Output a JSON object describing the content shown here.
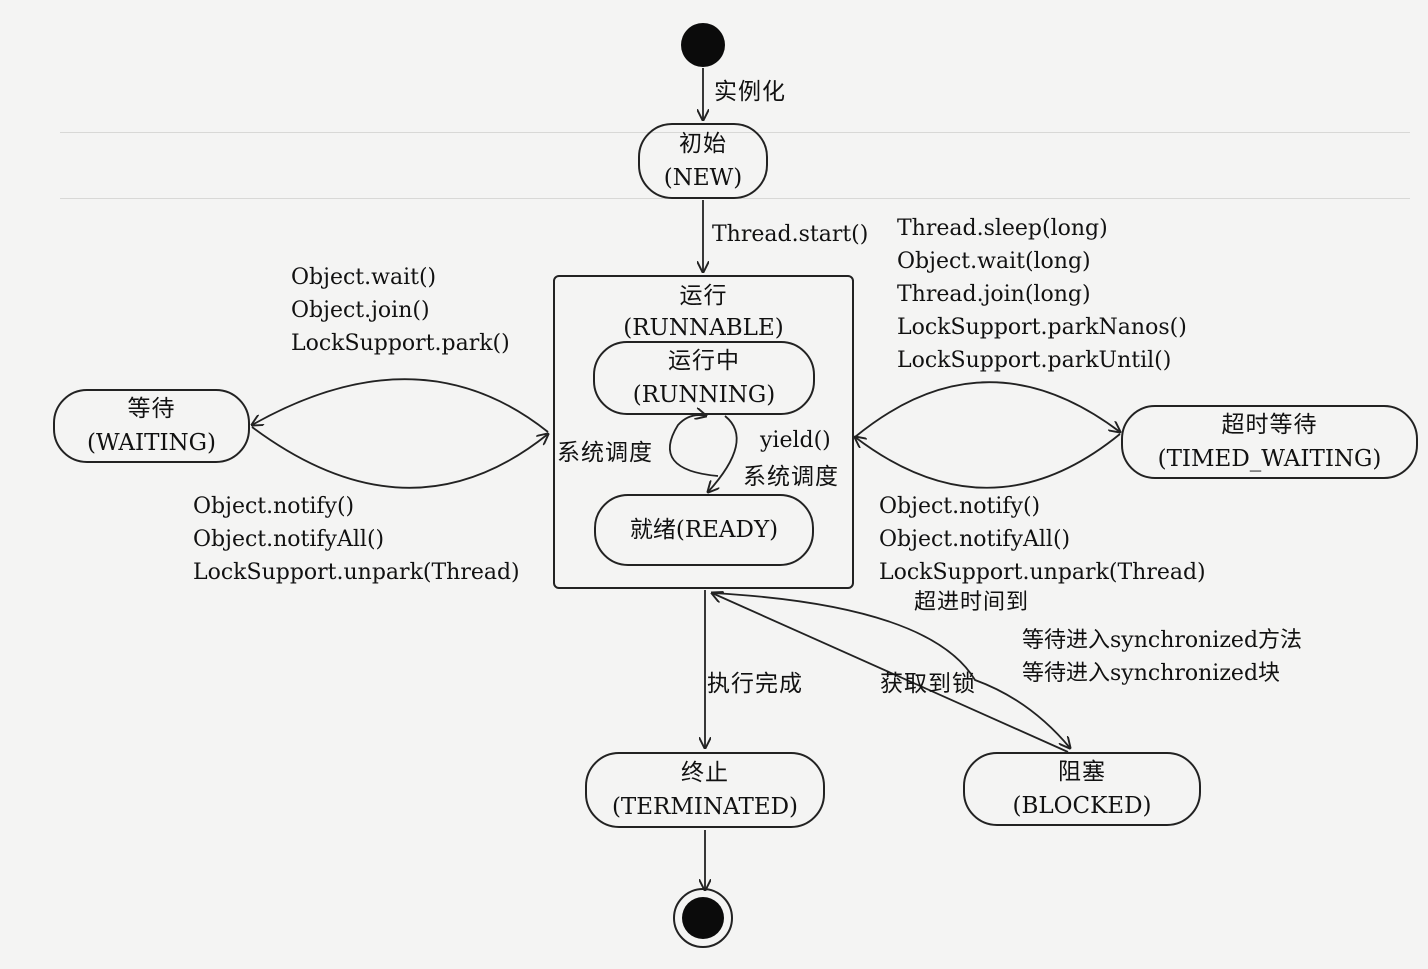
{
  "states": {
    "new": {
      "name": "初始",
      "code": "(NEW)"
    },
    "runnable": {
      "name": "运行",
      "code": "(RUNNABLE)"
    },
    "running": {
      "name": "运行中",
      "code": "(RUNNING)"
    },
    "ready": {
      "text": "就绪(READY)"
    },
    "waiting": {
      "name": "等待",
      "code": "(WAITING)"
    },
    "timed_waiting": {
      "name": "超时等待",
      "code": "(TIMED_WAITING)"
    },
    "terminated": {
      "name": "终止",
      "code": "(TERMINATED)"
    },
    "blocked": {
      "name": "阻塞",
      "code": "(BLOCKED)"
    }
  },
  "transitions": {
    "instantiate": "实例化",
    "start": "Thread.start()",
    "to_waiting": [
      "Object.wait()",
      "Object.join()",
      "LockSupport.park()"
    ],
    "from_waiting": [
      "Object.notify()",
      "Object.notifyAll()",
      "LockSupport.unpark(Thread)"
    ],
    "to_timed_waiting": [
      "Thread.sleep(long)",
      "Object.wait(long)",
      "Thread.join(long)",
      "LockSupport.parkNanos()",
      "LockSupport.parkUntil()"
    ],
    "from_timed_waiting": [
      "Object.notify()",
      "Object.notifyAll()",
      "LockSupport.unpark(Thread)"
    ],
    "timeout": "超进时间到",
    "schedule_left": "系统调度",
    "yield": "yield()",
    "schedule_right": "系统调度",
    "done": "执行完成",
    "got_lock": "获取到锁",
    "to_blocked": [
      "等待进入synchronized方法",
      "等待进入synchronized块"
    ]
  },
  "colors": {
    "ink": "#111111",
    "paper": "#f4f4f3"
  }
}
